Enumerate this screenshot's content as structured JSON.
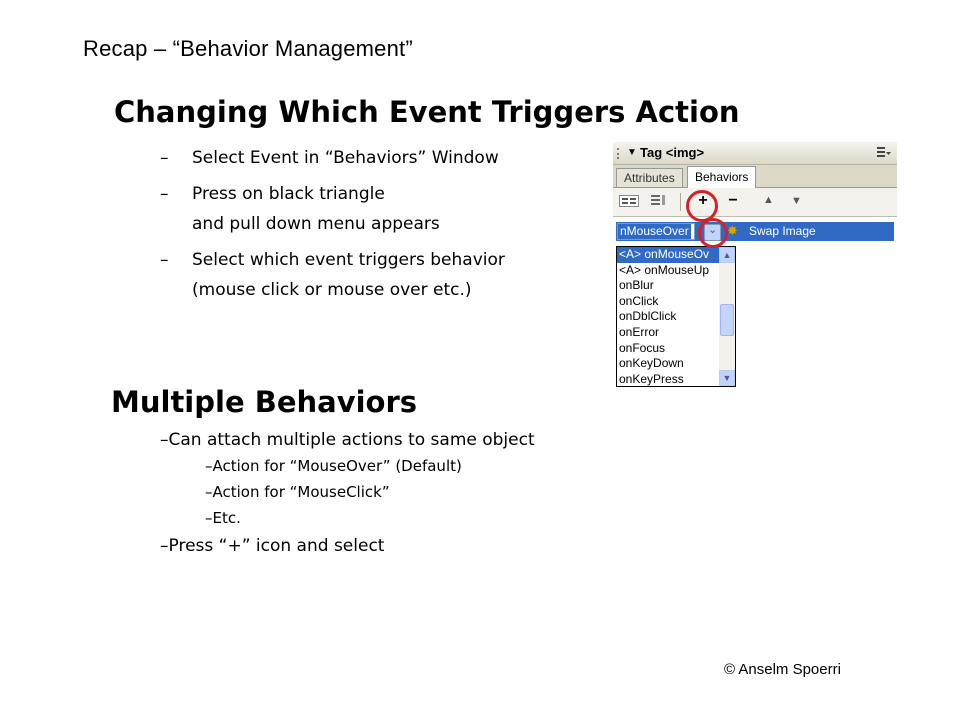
{
  "slide": {
    "recap_title": "Recap – “Behavior Management”",
    "section1": {
      "heading": "Changing Which Event Triggers Action",
      "bullets": [
        {
          "dash": "–",
          "line1": "Select Event in “Behaviors” Window",
          "line2": ""
        },
        {
          "dash": "–",
          "line1": "Press on black triangle",
          "line2": "and pull down menu appears"
        },
        {
          "dash": "–",
          "line1": "Select which event triggers behavior",
          "line2": "(mouse click or mouse over etc.)"
        }
      ]
    },
    "section2": {
      "heading": "Multiple Behaviors",
      "items": [
        "–Can attach multiple actions to same object",
        "–Action for “MouseOver” (Default)",
        "–Action for “MouseClick”",
        "–Etc.",
        "–Press “+” icon and select"
      ]
    },
    "footer": "© Anselm Spoerri"
  },
  "panel": {
    "title": "Tag <img>",
    "tabs": [
      "Attributes",
      "Behaviors"
    ],
    "toolbar": {
      "add": "+",
      "remove": "−"
    },
    "selected_event": "nMouseOver",
    "action": "Swap Image",
    "events": [
      "<A> onMouseOv",
      "<A> onMouseUp",
      "onBlur",
      "onClick",
      "onDblClick",
      "onError",
      "onFocus",
      "onKeyDown",
      "onKeyPress"
    ]
  },
  "colors": {
    "highlight": "#316ac5",
    "circle": "#d6212a"
  }
}
